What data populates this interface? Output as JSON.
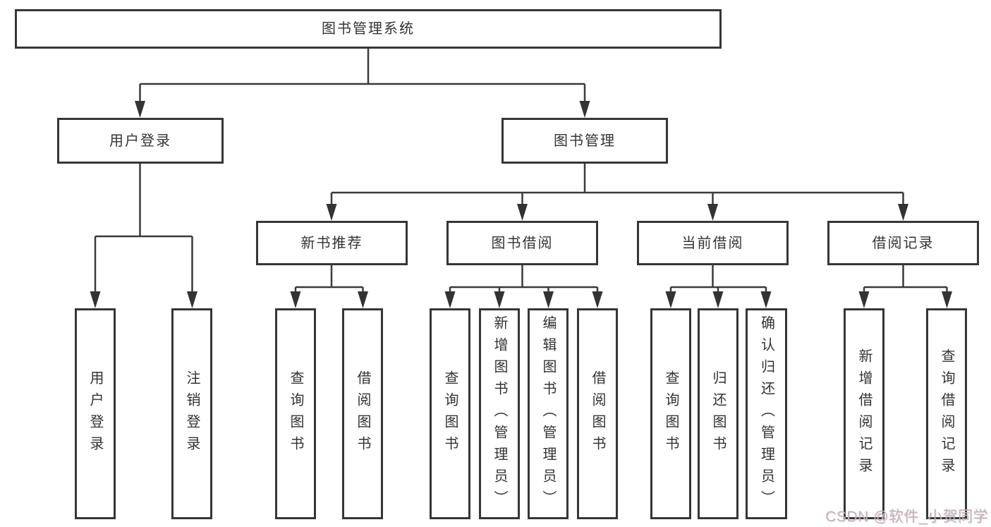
{
  "diagram": {
    "root": "图书管理系统",
    "level2": [
      "用户登录",
      "图书管理"
    ],
    "level3": [
      "新书推荐",
      "图书借阅",
      "当前借阅",
      "借阅记录"
    ],
    "leaves": {
      "user_login": [
        "用户登录",
        "注销登录"
      ],
      "new_book": [
        "查询图书",
        "借阅图书"
      ],
      "book_borrow": [
        "查询图书",
        "新增图书（管理员）",
        "编辑图书（管理员）",
        "借阅图书"
      ],
      "current_borrow": [
        "查询图书",
        "归还图书",
        "确认归还（管理员）"
      ],
      "borrow_records": [
        "新增借阅记录",
        "查询借阅记录"
      ]
    }
  },
  "watermark": "CSDN @软件_小贺同学",
  "colors": {
    "line": "#3a3a3a",
    "border": "#363636",
    "text": "#333333",
    "watermark": "#b7b9c0",
    "background": "#ffffff"
  }
}
